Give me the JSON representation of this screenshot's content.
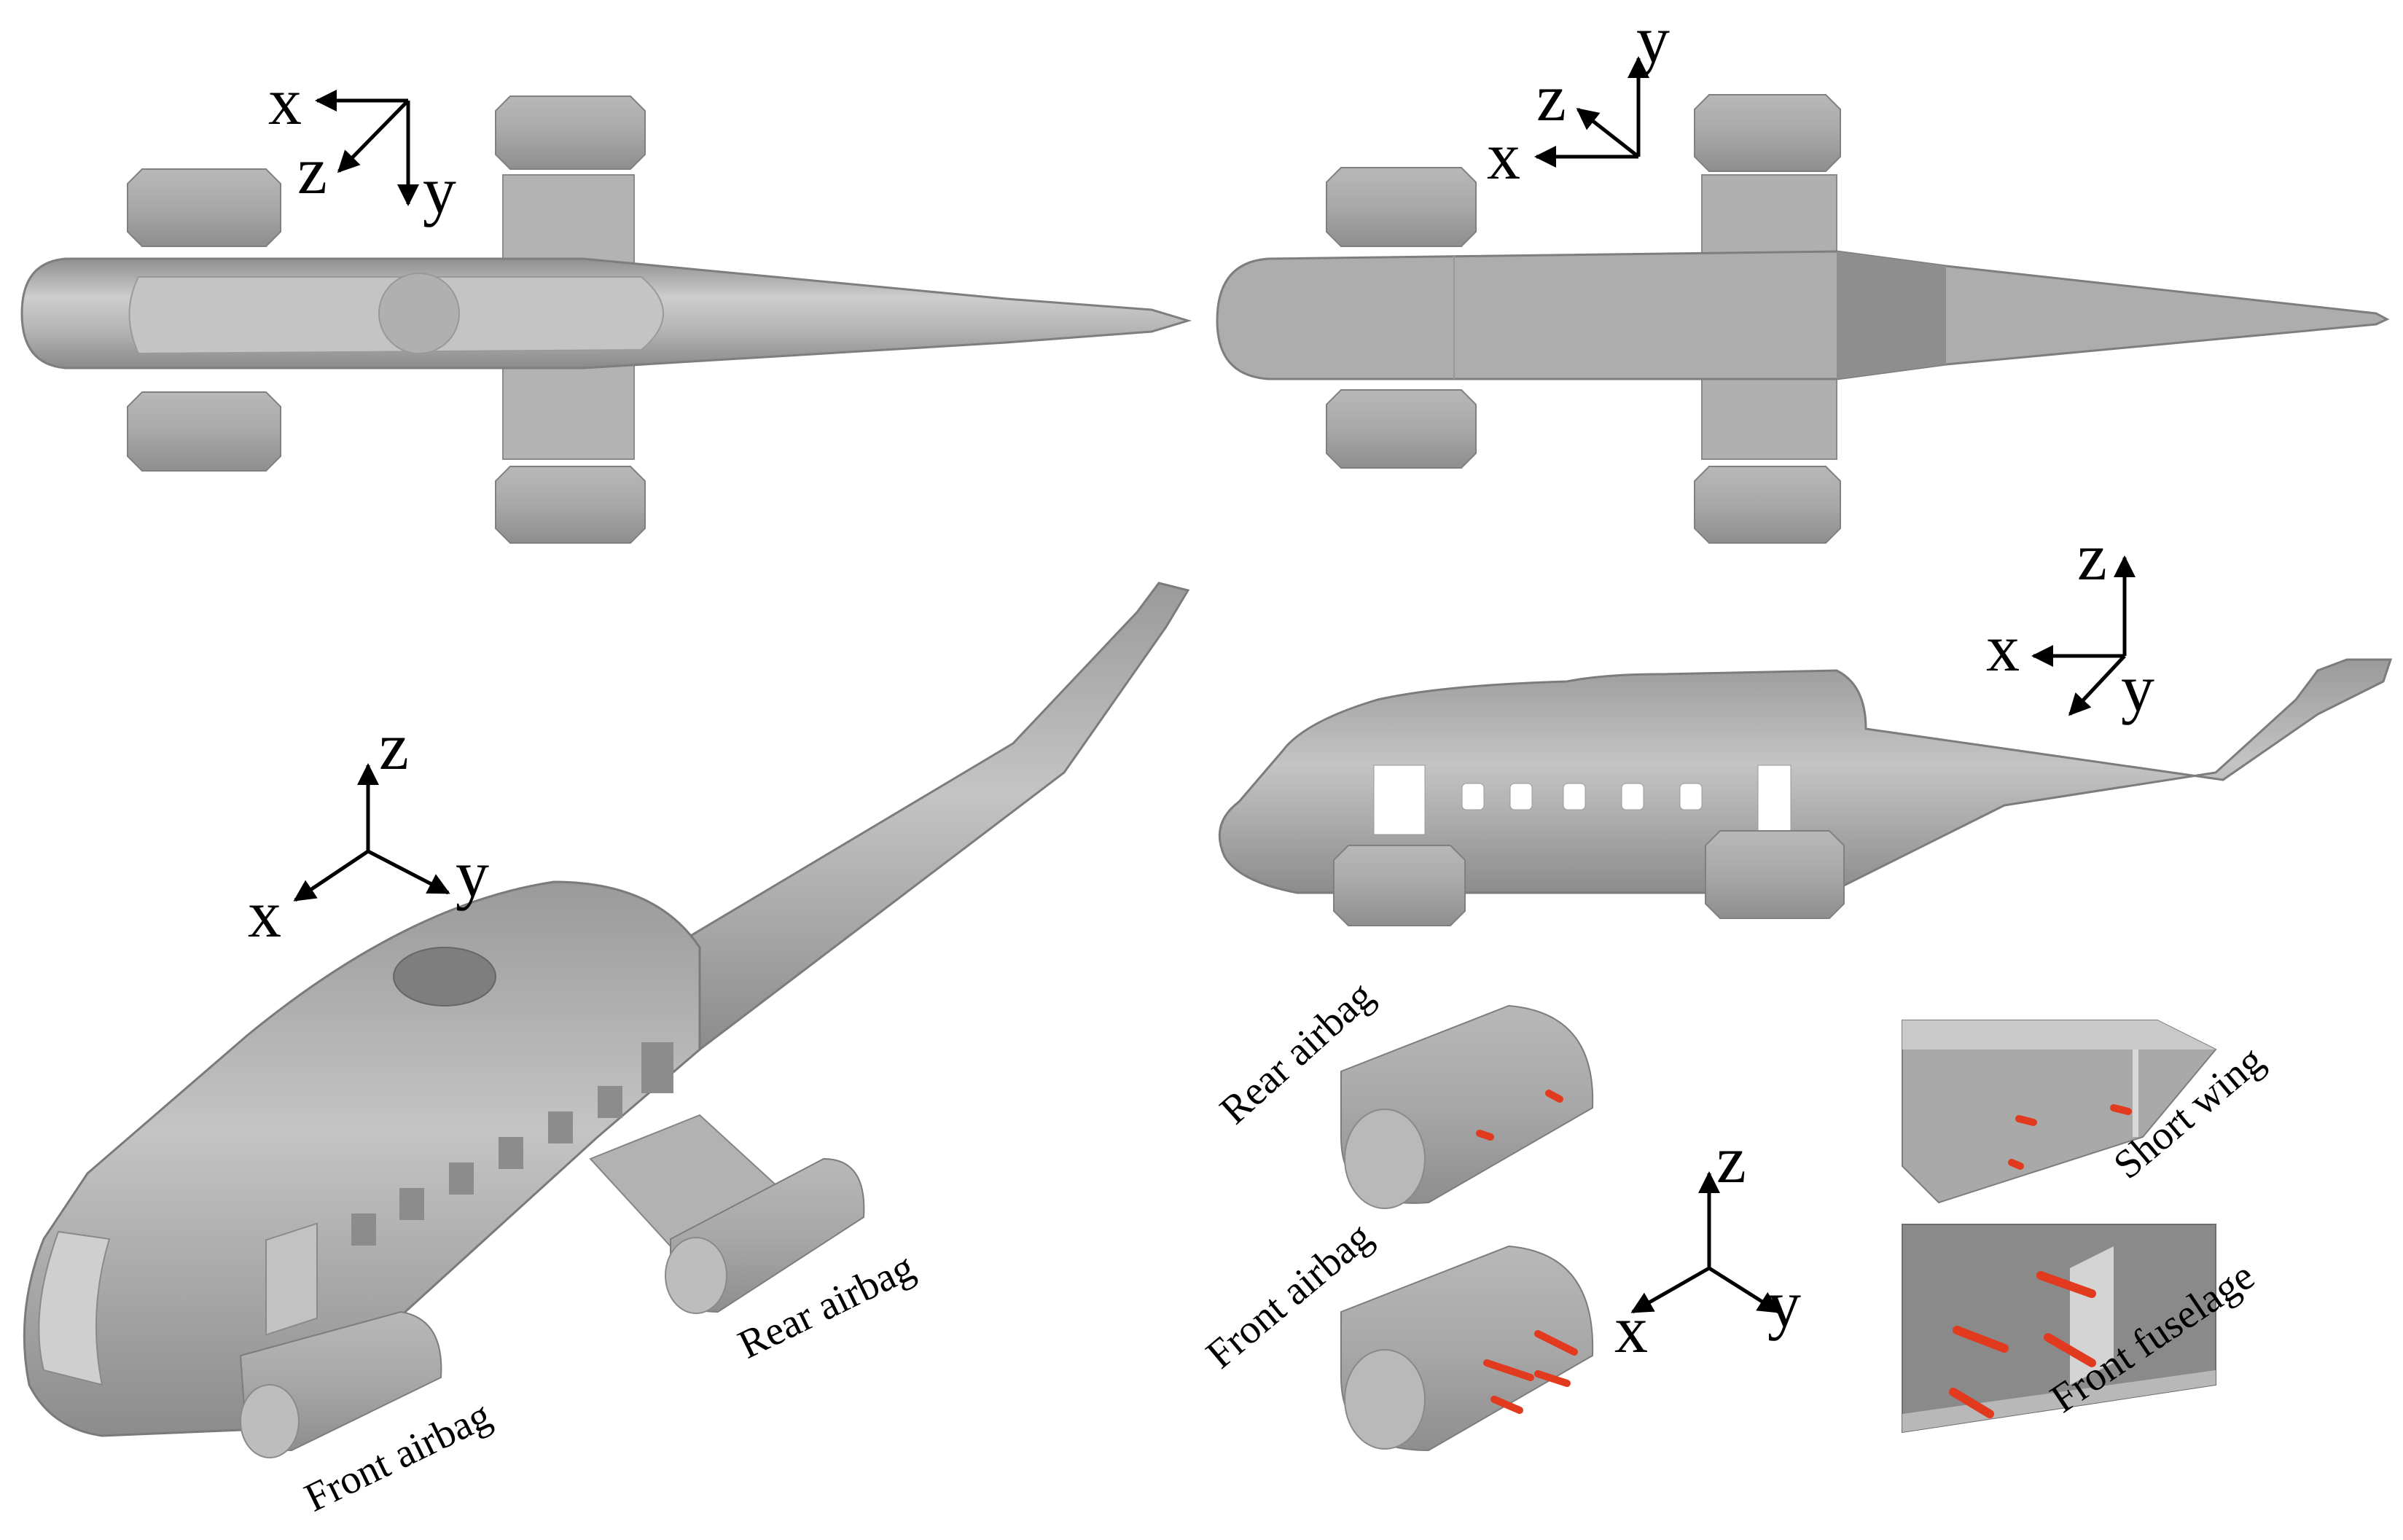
{
  "axis_labels": {
    "x": "x",
    "y": "y",
    "z": "z"
  },
  "captions": {
    "front_airbag": "Front airbag",
    "rear_airbag": "Rear airbag",
    "short_wing": "Short wing",
    "front_fuselage": "Front fuselage"
  },
  "colors": {
    "background": "#ffffff",
    "model": "#a7a7a7",
    "model_dark": "#8a8a8a",
    "model_light": "#c8c8c8",
    "marker": "#e23a1e",
    "axis": "#000000"
  }
}
